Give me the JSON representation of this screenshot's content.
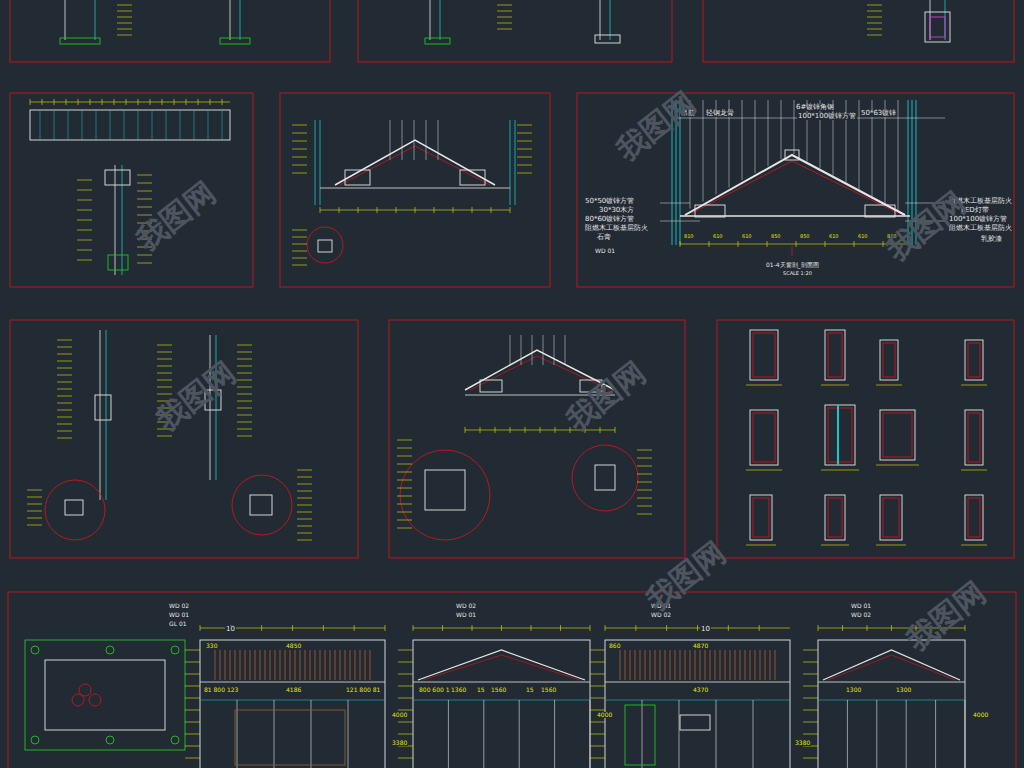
{
  "diagram": {
    "labels": [
      "6#镀锌角钢",
      "100*100镀锌方管",
      "50*63镀锌",
      "轻钢龙骨",
      "吊筋",
      "50*50镀锌方管",
      "30*30木方",
      "80*60镀锌方管",
      "阻燃木工板基层防火",
      "石膏",
      "阻燃木工板基层防火",
      "LED灯带",
      "100*100镀锌方管",
      "阻燃木工板基层防火",
      "乳胶漆",
      "WD 01",
      "01-4天窗剖_剖面图",
      "SCALE 1:20",
      "810",
      "610",
      "610",
      "850",
      "850",
      "610",
      "610",
      "810",
      "WD 02",
      "WD 01",
      "GL 01",
      "10",
      "330",
      "4850",
      "81 800 123",
      "4186",
      "121 800 81",
      "3380",
      "4000",
      "WD 02",
      "WD 01",
      "800 600 123",
      "1360",
      "15",
      "1560",
      "15",
      "1560",
      "4000",
      "WD 01",
      "WD 02",
      "10",
      "860",
      "4870",
      "4370",
      "3380",
      "WD 01",
      "WD 02",
      "1300",
      "1300",
      "4000",
      "我图网",
      "我图网",
      "我图网",
      "我图网",
      "我图网",
      "我图网",
      "我图网"
    ]
  }
}
